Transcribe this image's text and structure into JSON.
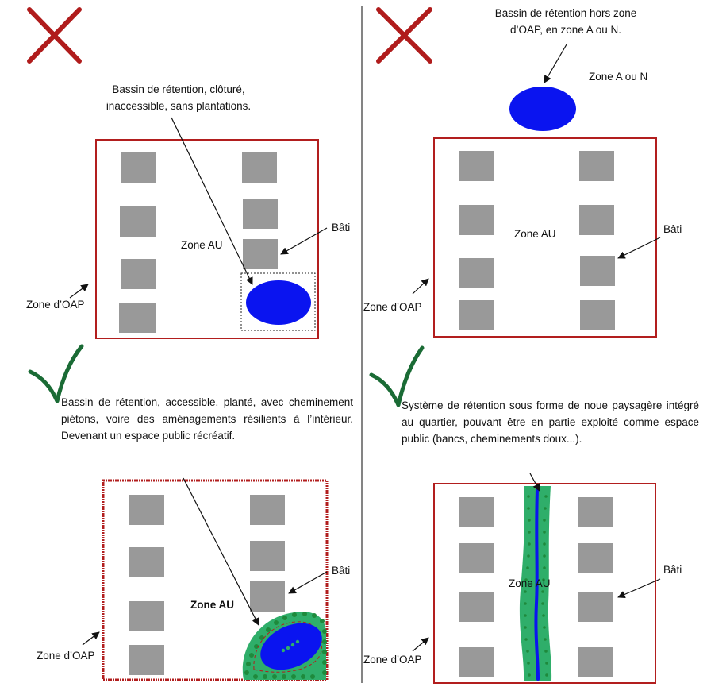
{
  "panels": {
    "top_left": {
      "verdict": "bad",
      "caption_lines": [
        "Bassin de rétention, clôturé,",
        "inaccessible, sans plantations."
      ],
      "zone_au": "Zone AU",
      "bati": "Bâti",
      "zone_oap": "Zone d’OAP"
    },
    "top_right": {
      "verdict": "bad",
      "caption_lines": [
        "Bassin de rétention hors zone",
        "d’OAP, en zone A ou N."
      ],
      "zone_a_n": "Zone A ou N",
      "zone_au": "Zone AU",
      "bati": "Bâti",
      "zone_oap": "Zone d’OAP"
    },
    "bottom_left": {
      "verdict": "good",
      "caption": "Bassin de rétention, accessible, planté, avec cheminement piétons, voire des aménagements résilients à l’intérieur. Devenant un espace public récréatif.",
      "zone_au": "Zone AU",
      "bati": "Bâti",
      "zone_oap": "Zone d’OAP"
    },
    "bottom_right": {
      "verdict": "good",
      "caption": "Système de rétention sous forme de noue paysagère intégré au quartier, pouvant être en partie exploité comme espace public (bancs, cheminements doux...).",
      "zone_au": "Zone AU",
      "bati": "Bâti",
      "zone_oap": "Zone d’OAP"
    }
  },
  "colors": {
    "zone_border": "#b21e1e",
    "building": "#999999",
    "basin": "#0a14f0",
    "vegetation": "#2fae6a",
    "vegetation_dark": "#1e8a3c",
    "cross": "#b01c1c",
    "check": "#1a6b35",
    "divider": "#333333"
  },
  "icons": {
    "bad": "cross-icon",
    "good": "check-icon"
  }
}
